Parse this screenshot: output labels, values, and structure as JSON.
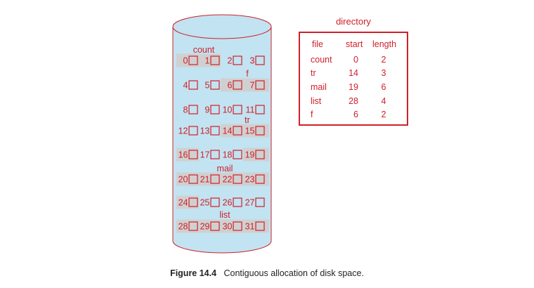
{
  "disk": {
    "blocks": [
      "0",
      "1",
      "2",
      "3",
      "4",
      "5",
      "6",
      "7",
      "8",
      "9",
      "10",
      "11",
      "12",
      "13",
      "14",
      "15",
      "16",
      "17",
      "18",
      "19",
      "20",
      "21",
      "22",
      "23",
      "24",
      "25",
      "26",
      "27",
      "28",
      "29",
      "30",
      "31"
    ],
    "file_labels": [
      {
        "name": "count",
        "start": 0
      },
      {
        "name": "f",
        "start": 6
      },
      {
        "name": "tr",
        "start": 14
      },
      {
        "name": "mail",
        "start": 19
      },
      {
        "name": "list",
        "start": 28
      }
    ],
    "colors": {
      "accent": "#d0202a",
      "cylinder_fill": "#c2e3f1",
      "highlight": "#d0d0d0"
    }
  },
  "directory": {
    "title": "directory",
    "headers": [
      "file",
      "start",
      "length"
    ],
    "rows": [
      [
        "count",
        "0",
        "2"
      ],
      [
        "tr",
        "14",
        "3"
      ],
      [
        "mail",
        "19",
        "6"
      ],
      [
        "list",
        "28",
        "4"
      ],
      [
        "f",
        "6",
        "2"
      ]
    ]
  },
  "caption": {
    "label": "Figure 14.4",
    "text": "Contiguous allocation of disk space."
  }
}
